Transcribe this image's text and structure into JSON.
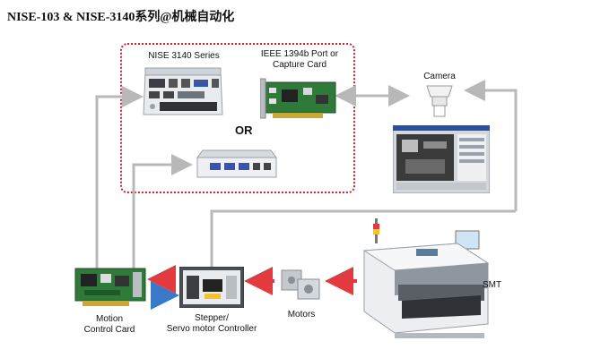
{
  "title": "NISE-103 & NISE-3140系列@机械自动化",
  "labels": {
    "nise3140": "NISE 3140 Series",
    "ieee_line1": "IEEE 1394b Port or",
    "ieee_line2": "Capture Card",
    "or": "OR",
    "camera": "Camera",
    "smt": "SMT",
    "motors": "Motors",
    "motion_line1": "Motion",
    "motion_line2": "Control Card",
    "stepper_line1": "Stepper/",
    "stepper_line2": "Servo motor Controller"
  },
  "colors": {
    "dashed_border": "#d0202a",
    "arrow_red": "#e23a3f",
    "arrow_blue": "#3a78c8",
    "connector_gray": "#b8b8b8",
    "pcb_green": "#2f7a3a"
  }
}
